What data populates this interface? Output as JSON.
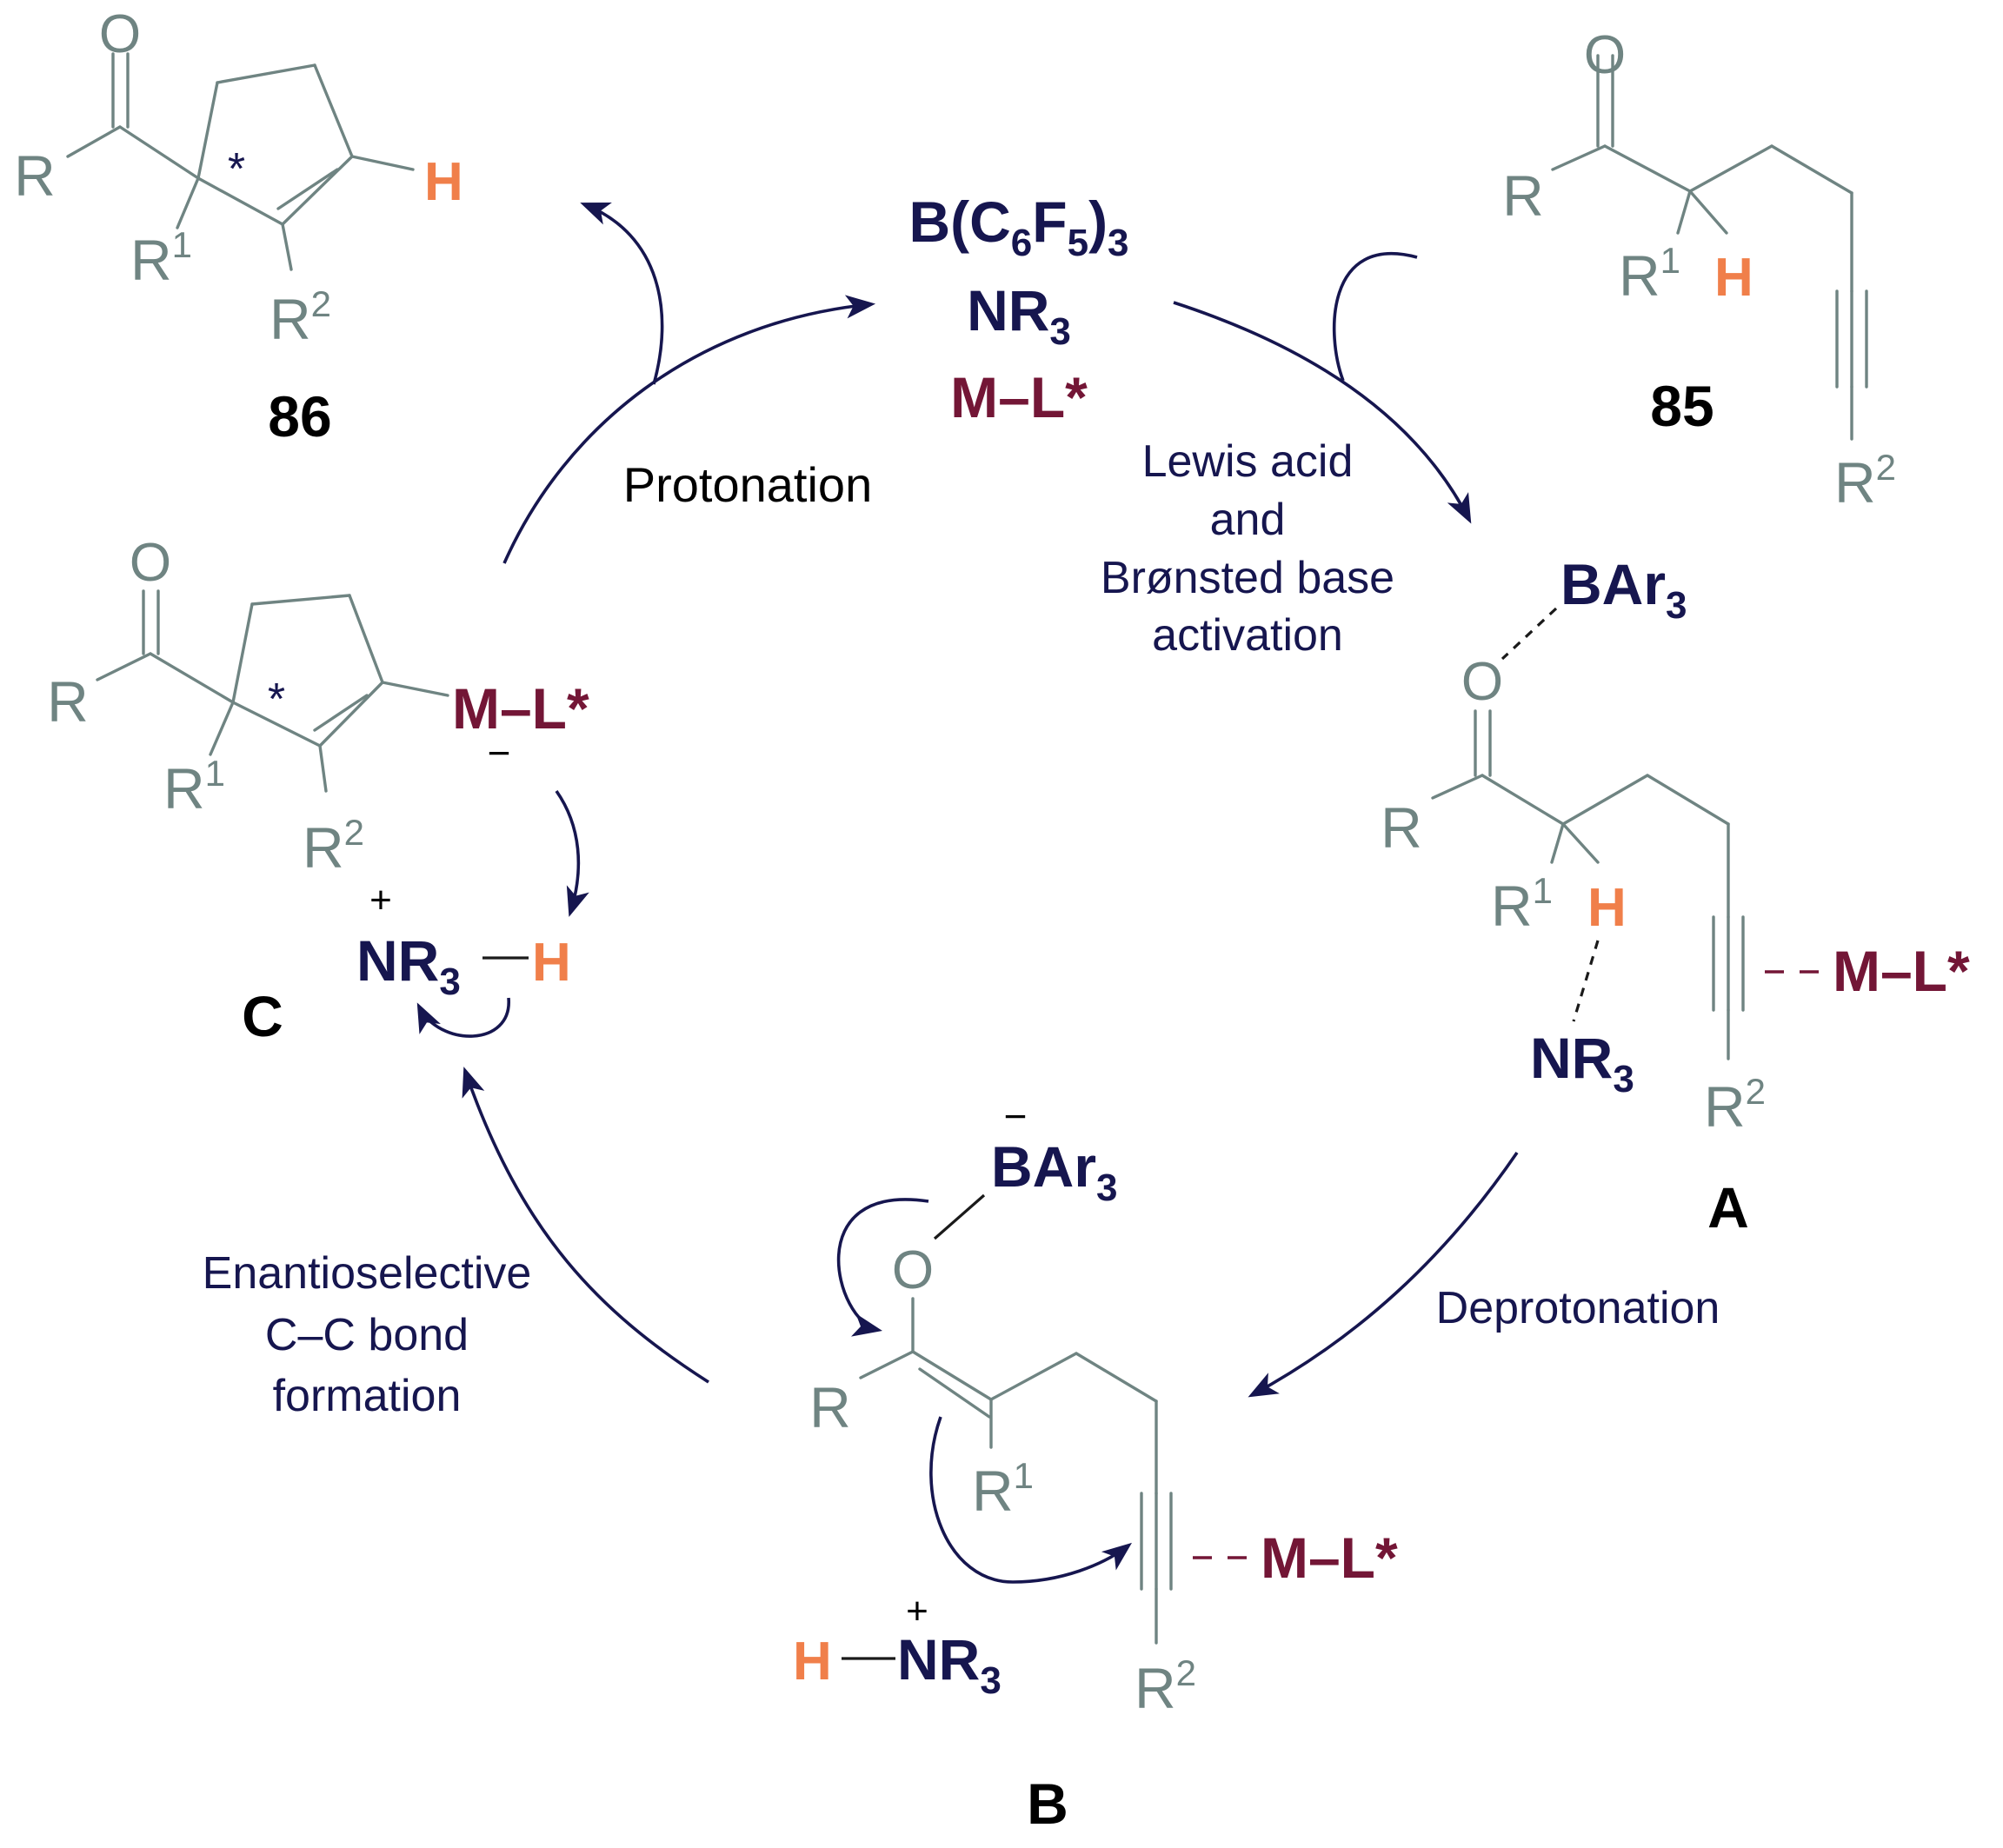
{
  "compounds": {
    "c86_label": "86",
    "c85_label": "85",
    "A_label": "A",
    "B_label": "B",
    "C_label": "C"
  },
  "atoms": {
    "O": "O",
    "R": "R",
    "R1_base": "R",
    "R1_sup": "1",
    "R2_base": "R",
    "R2_sup": "2",
    "H": "H",
    "star": "*",
    "plus": "+",
    "minus": "−"
  },
  "catalyst": {
    "borane_a": "B(C",
    "borane_sub1": "6",
    "borane_b": "F",
    "borane_sub2": "5",
    "borane_c": ")",
    "borane_sub3": "3",
    "amine": "NR",
    "amine_sub": "3",
    "metal": "M–L*"
  },
  "species": {
    "bar3": "BAr",
    "bar3_sub": "3",
    "nr3": "NR",
    "nr3_sub": "3",
    "ml": "M–L*"
  },
  "steps": {
    "protonation": "Protonation",
    "activation_1": "Lewis acid",
    "activation_2": "and",
    "activation_3": "Brønsted base",
    "activation_4": "activation",
    "deprotonation": "Deprotonation",
    "cc_1": "Enantioselective",
    "cc_2": "C–C bond",
    "cc_3": "formation"
  },
  "colors": {
    "skeleton": "#6f8482",
    "navy": "#16164f",
    "maroon": "#731636",
    "orange": "#f07f4a"
  }
}
